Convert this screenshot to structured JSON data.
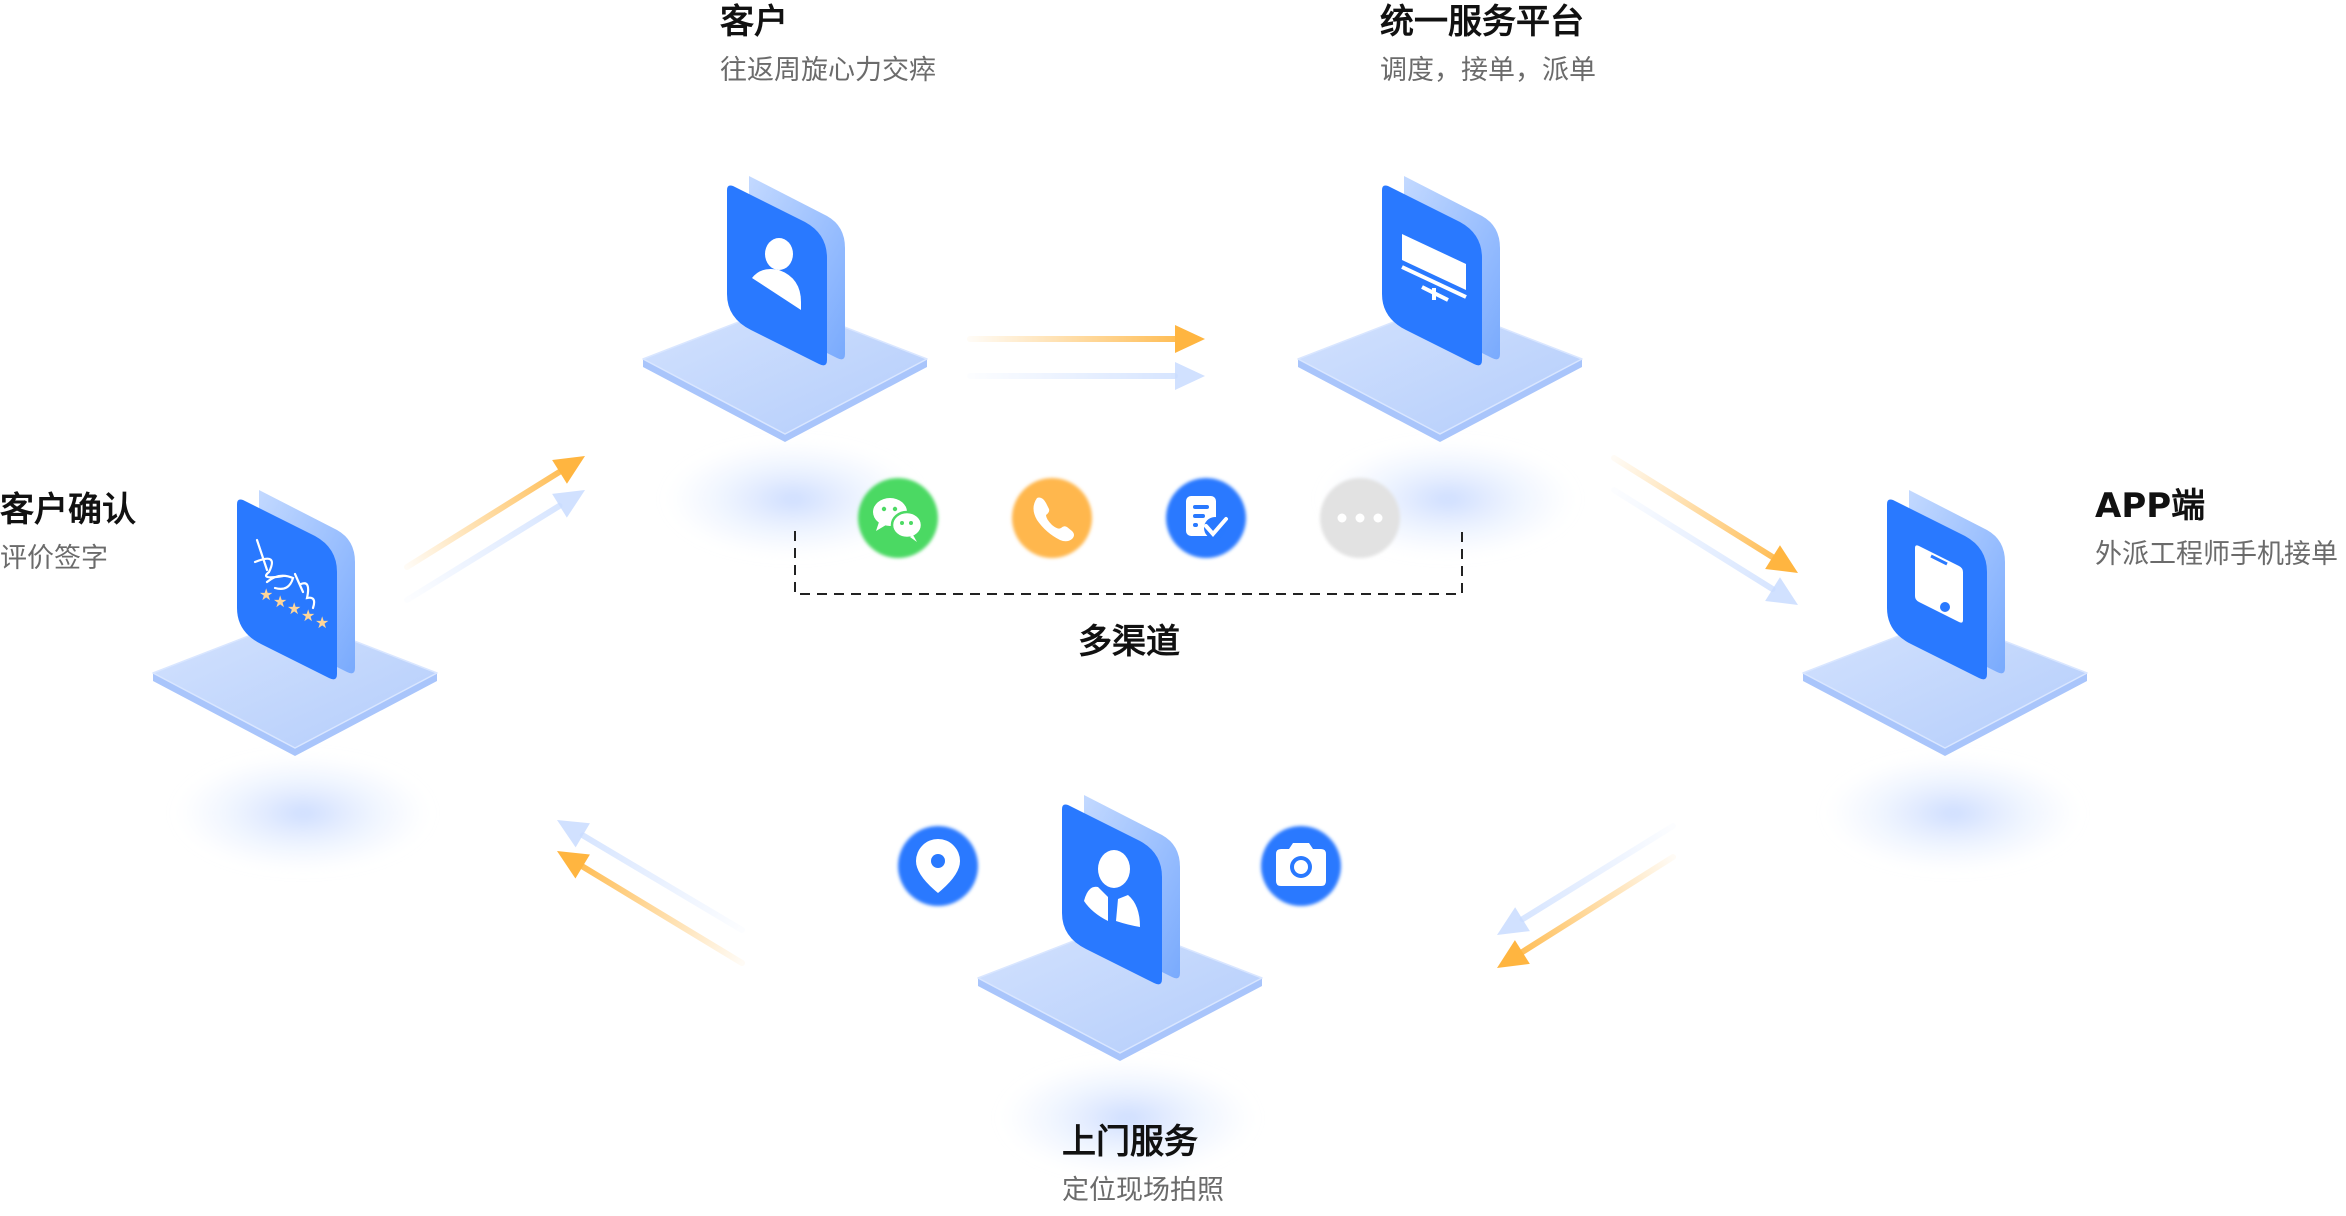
{
  "nodes": [
    {
      "id": "customer",
      "title": "客户",
      "subtitle": "往返周旋心力交瘁",
      "icon": "user-icon"
    },
    {
      "id": "platform",
      "title": "统一服务平台",
      "subtitle": "调度，接单，派单",
      "icon": "monitor-icon"
    },
    {
      "id": "app",
      "title": "APP端",
      "subtitle": "外派工程师手机接单",
      "icon": "mobile-phone-icon"
    },
    {
      "id": "onsite",
      "title": "上门服务",
      "subtitle": "定位现场拍照",
      "icon": "engineer-icon"
    },
    {
      "id": "confirm",
      "title": "客户确认",
      "subtitle": "评价签字",
      "icon": "signature-rating-icon"
    }
  ],
  "channels": {
    "label": "多渠道",
    "items": [
      {
        "name": "wechat",
        "icon": "wechat-icon",
        "color": "#4cd964"
      },
      {
        "name": "phone",
        "icon": "phone-icon",
        "color": "#ffb74d"
      },
      {
        "name": "form",
        "icon": "form-check-icon",
        "color": "#2979ff"
      },
      {
        "name": "more",
        "icon": "more-icon",
        "color": "#e2e2e2"
      }
    ]
  },
  "onsite_badges": [
    {
      "name": "location",
      "icon": "location-pin-icon"
    },
    {
      "name": "camera",
      "icon": "camera-icon"
    }
  ],
  "flow": [
    "customer",
    "platform",
    "app",
    "onsite",
    "confirm",
    "customer"
  ],
  "colors": {
    "card": "#2979ff",
    "card_back": "#b9d3ff",
    "platform": "#c7dafd",
    "arrow_primary": "#ffb540",
    "arrow_secondary": "#c9dcff"
  }
}
